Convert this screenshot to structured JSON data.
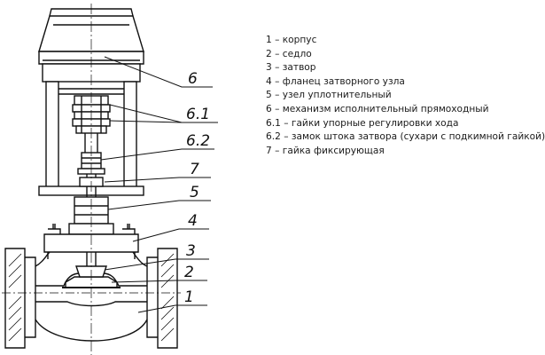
{
  "callouts": {
    "c6": "6",
    "c6_1": "6.1",
    "c6_2": "6.2",
    "c7": "7",
    "c5": "5",
    "c4": "4",
    "c3": "3",
    "c2": "2",
    "c1": "1"
  },
  "legend": [
    "1 – корпус",
    "2 – седло",
    "3 – затвор",
    "4 – фланец затворного узла",
    "5 – узел уплотнительный",
    "6 – механизм исполнительный прямоходный",
    "6.1 – гайки упорные регулировки хода",
    "6.2 – замок штока затвора (сухари с подкимной гайкой)",
    "7 – гайка фиксирующая"
  ]
}
